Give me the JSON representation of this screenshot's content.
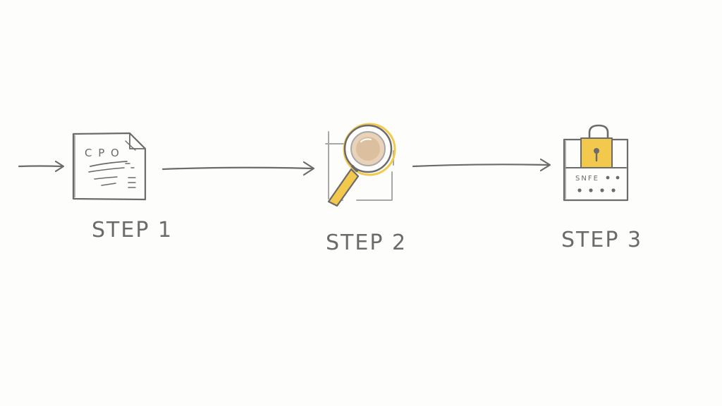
{
  "colors": {
    "background": "#fdfdfc",
    "ink": "#6b6b6b",
    "ink_light": "#a8a8a8",
    "accent": "#f2c94c",
    "accent_dark": "#d9a92b",
    "lens_tint": "#e8d2b8"
  },
  "steps": [
    {
      "label": "STEP 1",
      "icon": "document-icon"
    },
    {
      "label": "STEP 2",
      "icon": "magnifier-icon"
    },
    {
      "label": "STEP 3",
      "icon": "lock-icon"
    }
  ],
  "document_icon": {
    "text": "C P O"
  },
  "lock_icon": {
    "text": "SNFE"
  }
}
